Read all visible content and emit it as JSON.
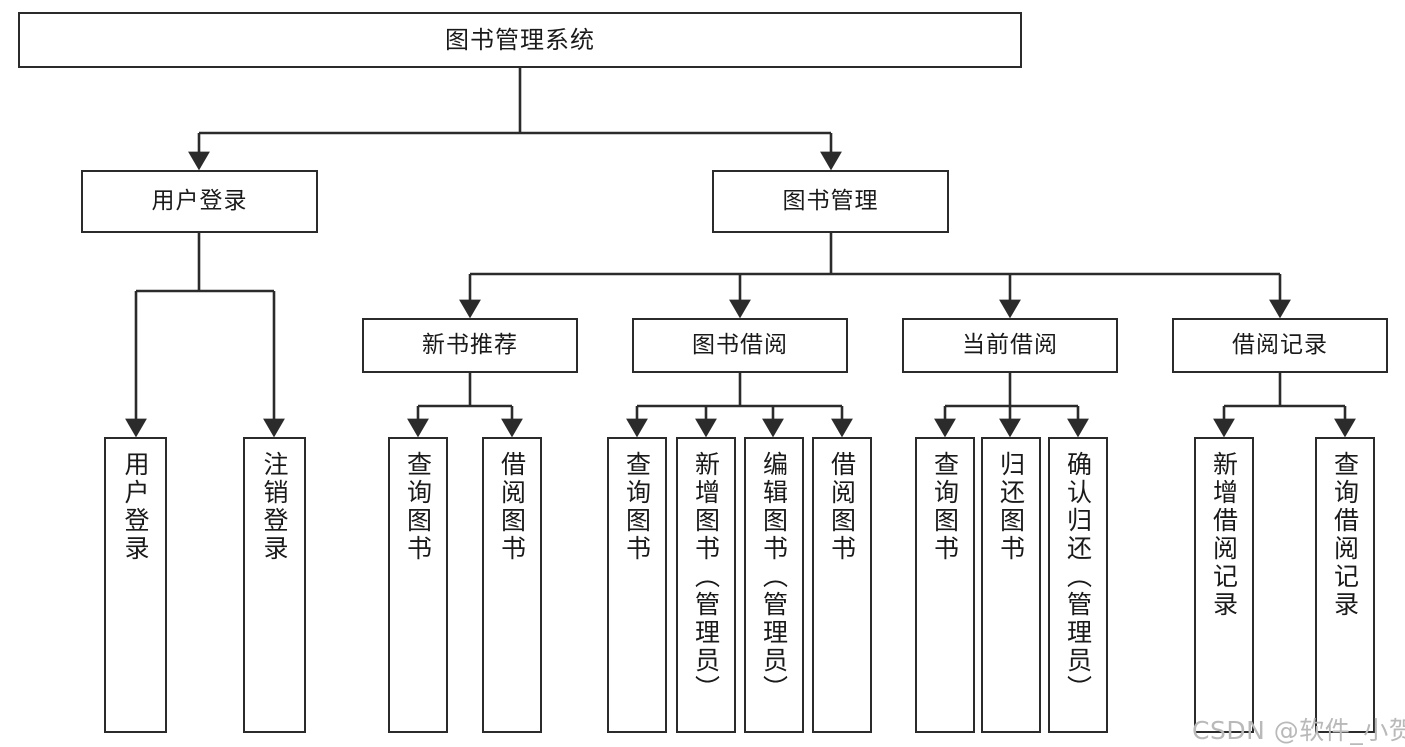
{
  "diagram": {
    "title": "图书管理系统",
    "type": "tree-hierarchy-chart",
    "watermark": "CSDN @软件_小贺同学",
    "stroke_color": "#2b2b2b",
    "background_color": "#ffffff",
    "nodes": {
      "root": {
        "label": "图书管理系统"
      },
      "level1": [
        {
          "id": "user-login",
          "label": "用户登录"
        },
        {
          "id": "book-manage",
          "label": "图书管理"
        }
      ],
      "level2": [
        {
          "id": "new-book-recommend",
          "label": "新书推荐"
        },
        {
          "id": "book-borrow",
          "label": "图书借阅"
        },
        {
          "id": "current-borrow",
          "label": "当前借阅"
        },
        {
          "id": "borrow-record",
          "label": "借阅记录"
        }
      ],
      "leaves": [
        {
          "id": "leaf-user-login",
          "label": "用户登录",
          "parent": "user-login"
        },
        {
          "id": "leaf-logout",
          "label": "注销登录",
          "parent": "user-login"
        },
        {
          "id": "leaf-query-book-1",
          "label": "查询图书",
          "parent": "new-book-recommend"
        },
        {
          "id": "leaf-borrow-book-1",
          "label": "借阅图书",
          "parent": "new-book-recommend"
        },
        {
          "id": "leaf-query-book-2",
          "label": "查询图书",
          "parent": "book-borrow"
        },
        {
          "id": "leaf-add-book",
          "label": "新增图书（管理员）",
          "parent": "book-borrow"
        },
        {
          "id": "leaf-edit-book",
          "label": "编辑图书（管理员）",
          "parent": "book-borrow"
        },
        {
          "id": "leaf-borrow-book-2",
          "label": "借阅图书",
          "parent": "book-borrow"
        },
        {
          "id": "leaf-query-book-3",
          "label": "查询图书",
          "parent": "current-borrow"
        },
        {
          "id": "leaf-return-book",
          "label": "归还图书",
          "parent": "current-borrow"
        },
        {
          "id": "leaf-confirm-return",
          "label": "确认归还（管理员）",
          "parent": "current-borrow"
        },
        {
          "id": "leaf-add-record",
          "label": "新增借阅记录",
          "parent": "borrow-record"
        },
        {
          "id": "leaf-query-record",
          "label": "查询借阅记录",
          "parent": "borrow-record"
        }
      ]
    }
  }
}
